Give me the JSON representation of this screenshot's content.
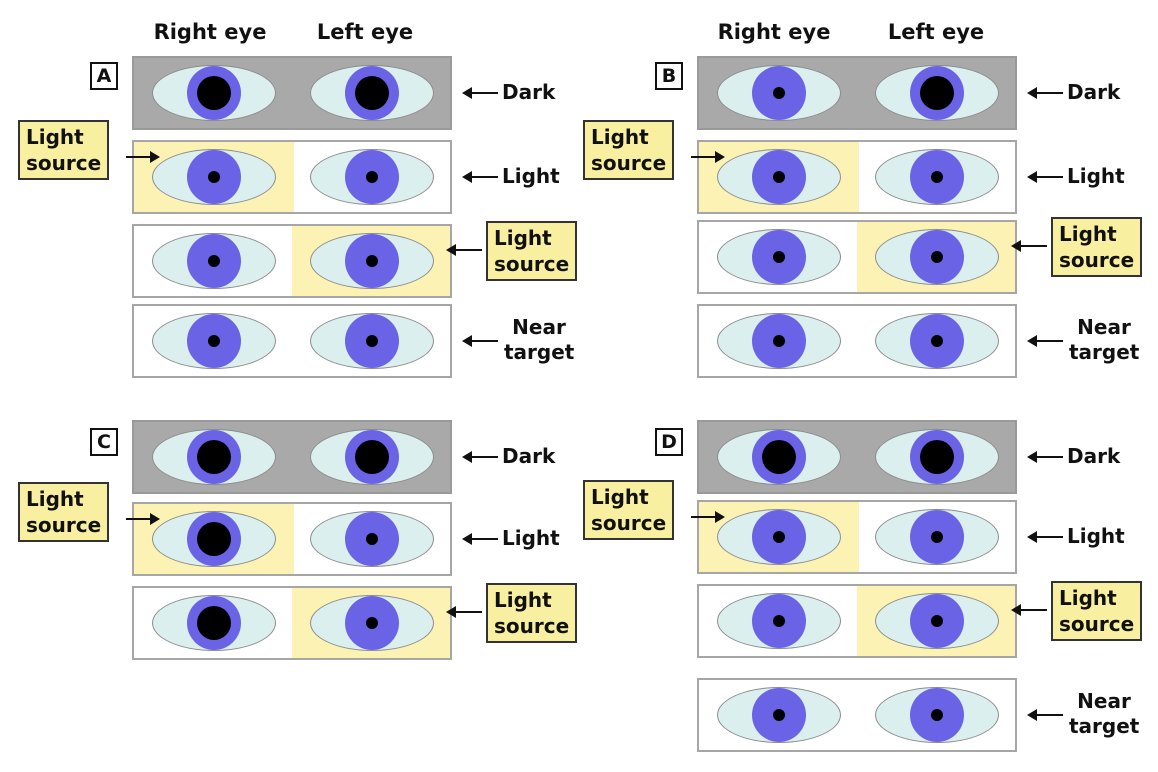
{
  "headers": {
    "right_eye": "Right eye",
    "left_eye": "Left eye"
  },
  "row_labels": {
    "dark": "Dark",
    "light": "Light",
    "near_1": "Near",
    "near_2": "target",
    "light_source_1": "Light",
    "light_source_2": "source"
  },
  "panels": [
    {
      "label": "A",
      "rows": [
        {
          "condition": "dark",
          "right_pupil": "large",
          "left_pupil": "large",
          "lit": "none"
        },
        {
          "condition": "light-right",
          "right_pupil": "small",
          "left_pupil": "small",
          "lit": "right"
        },
        {
          "condition": "light-left",
          "right_pupil": "small",
          "left_pupil": "small",
          "lit": "left"
        },
        {
          "condition": "near",
          "right_pupil": "small",
          "left_pupil": "small",
          "lit": "none"
        }
      ]
    },
    {
      "label": "B",
      "rows": [
        {
          "condition": "dark",
          "right_pupil": "small",
          "left_pupil": "large",
          "lit": "none"
        },
        {
          "condition": "light-right",
          "right_pupil": "small",
          "left_pupil": "small",
          "lit": "right"
        },
        {
          "condition": "light-left",
          "right_pupil": "small",
          "left_pupil": "small",
          "lit": "left"
        },
        {
          "condition": "near",
          "right_pupil": "small",
          "left_pupil": "small",
          "lit": "none"
        }
      ]
    },
    {
      "label": "C",
      "rows": [
        {
          "condition": "dark",
          "right_pupil": "large",
          "left_pupil": "large",
          "lit": "none"
        },
        {
          "condition": "light-right",
          "right_pupil": "large",
          "left_pupil": "small",
          "lit": "right"
        },
        {
          "condition": "light-left",
          "right_pupil": "large",
          "left_pupil": "small",
          "lit": "left"
        }
      ]
    },
    {
      "label": "D",
      "rows": [
        {
          "condition": "dark",
          "right_pupil": "large",
          "left_pupil": "large",
          "lit": "none"
        },
        {
          "condition": "light-right",
          "right_pupil": "small",
          "left_pupil": "small",
          "lit": "right"
        },
        {
          "condition": "light-left",
          "right_pupil": "small",
          "left_pupil": "small",
          "lit": "left"
        },
        {
          "condition": "near",
          "right_pupil": "small",
          "left_pupil": "small",
          "lit": "none"
        }
      ]
    }
  ],
  "colors": {
    "sclera": "#dcefef",
    "iris": "#6b63e6",
    "pupil": "#000000",
    "dark_bg": "#a9a9a9",
    "lit_bg": "#fbf2b4",
    "callout_bg": "#f8f0a0"
  }
}
